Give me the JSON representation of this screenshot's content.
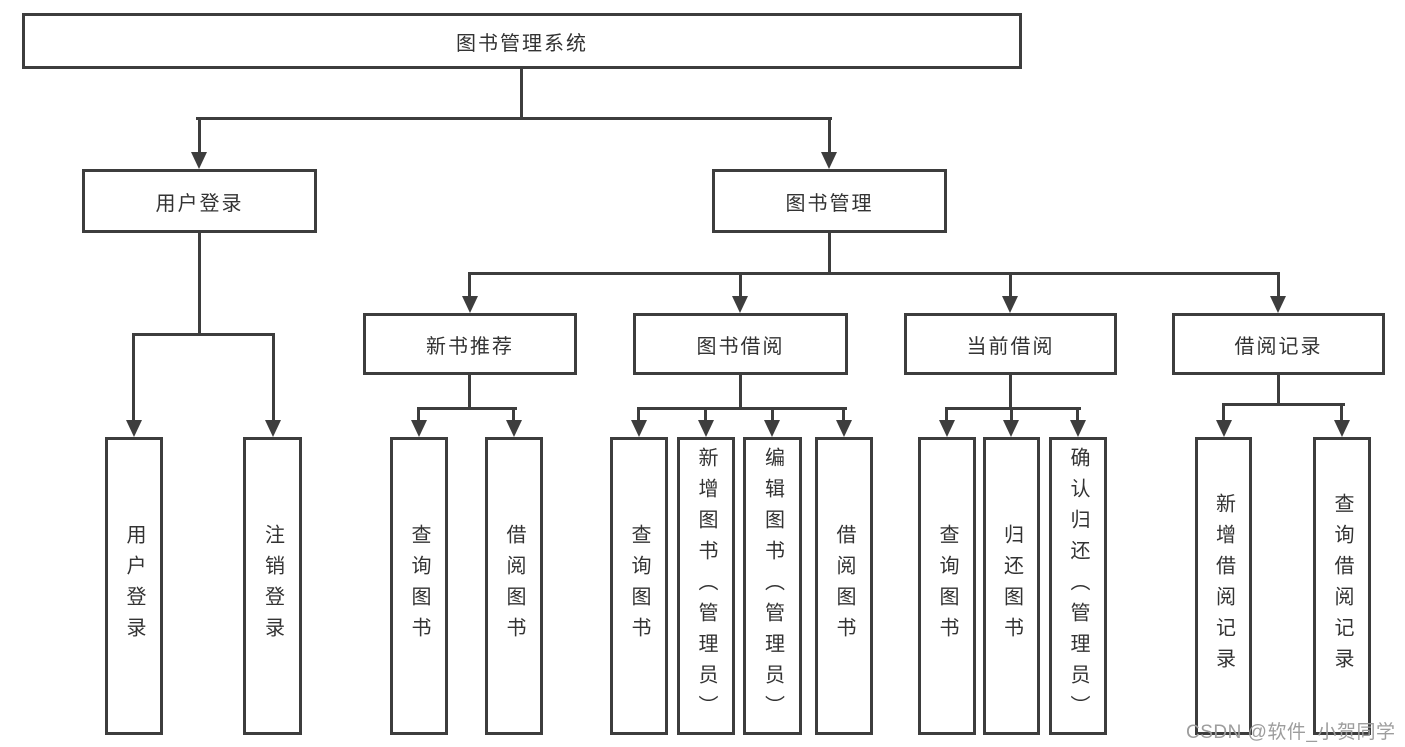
{
  "tree": {
    "root": {
      "label": "图书管理系统",
      "children": [
        {
          "label": "用户登录",
          "children": [
            {
              "label": "用户登录"
            },
            {
              "label": "注销登录"
            }
          ]
        },
        {
          "label": "图书管理",
          "children": [
            {
              "label": "新书推荐",
              "children": [
                {
                  "label": "查询图书"
                },
                {
                  "label": "借阅图书"
                }
              ]
            },
            {
              "label": "图书借阅",
              "children": [
                {
                  "label": "查询图书"
                },
                {
                  "label": "新增图书（管理员）"
                },
                {
                  "label": "编辑图书（管理员）"
                },
                {
                  "label": "借阅图书"
                }
              ]
            },
            {
              "label": "当前借阅",
              "children": [
                {
                  "label": "查询图书"
                },
                {
                  "label": "归还图书"
                },
                {
                  "label": "确认归还（管理员）"
                }
              ]
            },
            {
              "label": "借阅记录",
              "children": [
                {
                  "label": "新增借阅记录"
                },
                {
                  "label": "查询借阅记录"
                }
              ]
            }
          ]
        }
      ]
    }
  },
  "watermark": "CSDN @软件_小贺同学",
  "colors": {
    "line": "#3d3d3d",
    "text": "#333333",
    "watermark": "#9d9d9d",
    "background": "#ffffff"
  }
}
